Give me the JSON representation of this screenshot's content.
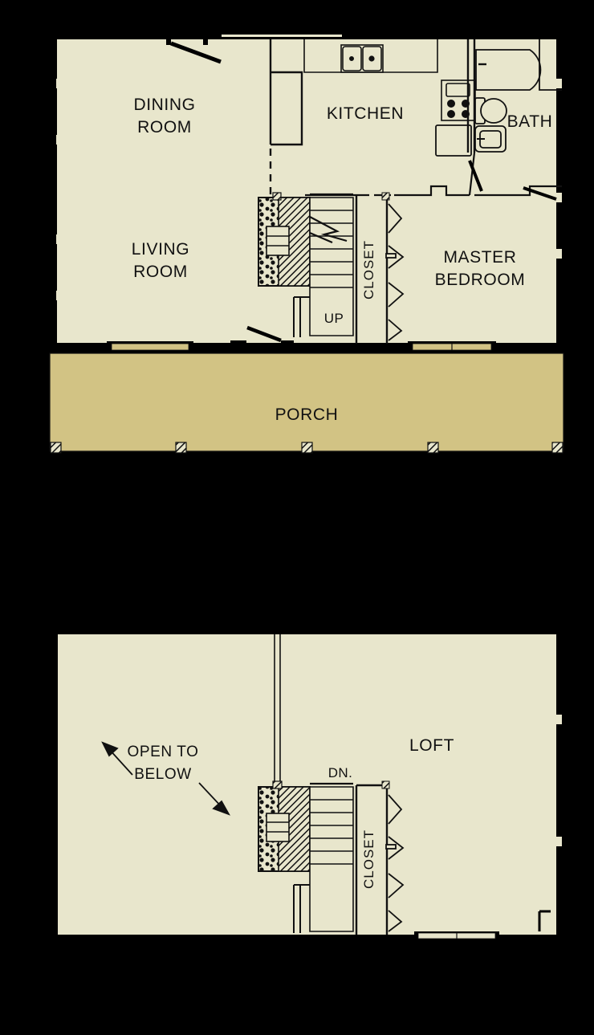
{
  "document": {
    "type": "residential-floor-plan",
    "plans": [
      {
        "id": "first-floor",
        "rooms_order": [
          "DINING ROOM",
          "KITCHEN",
          "BATH",
          "LIVING ROOM",
          "MASTER BEDROOM",
          "CLOSET",
          "PORCH"
        ]
      },
      {
        "id": "loft-floor",
        "rooms_order": [
          "LOFT",
          "CLOSET"
        ]
      }
    ]
  },
  "colors": {
    "floor_fill": "#E8E6CC",
    "porch_fill": "#D2C384",
    "wall_stroke": "#000000",
    "background": "#000000",
    "line_thin": "#1a1a1a"
  },
  "first_floor": {
    "dining_room": {
      "label_line1": "DINING",
      "label_line2": "ROOM"
    },
    "kitchen": {
      "label": "KITCHEN"
    },
    "bath": {
      "label": "BATH"
    },
    "living_room": {
      "label_line1": "LIVING",
      "label_line2": "ROOM"
    },
    "master_bedroom": {
      "label_line1": "MASTER",
      "label_line2": "BEDROOM"
    },
    "closet": {
      "label": "CLOSET"
    },
    "stairs": {
      "label": "UP"
    },
    "porch": {
      "label": "PORCH"
    },
    "fixtures": [
      "kitchen-sink",
      "cooktop",
      "refrigerator",
      "bathtub",
      "toilet",
      "vanity-sink",
      "fireplace"
    ]
  },
  "loft_floor": {
    "loft": {
      "label": "LOFT"
    },
    "closet": {
      "label": "CLOSET"
    },
    "stairs": {
      "label": "DN."
    },
    "open_to_below": {
      "label_line1": "OPEN TO",
      "label_line2": "BELOW"
    }
  }
}
